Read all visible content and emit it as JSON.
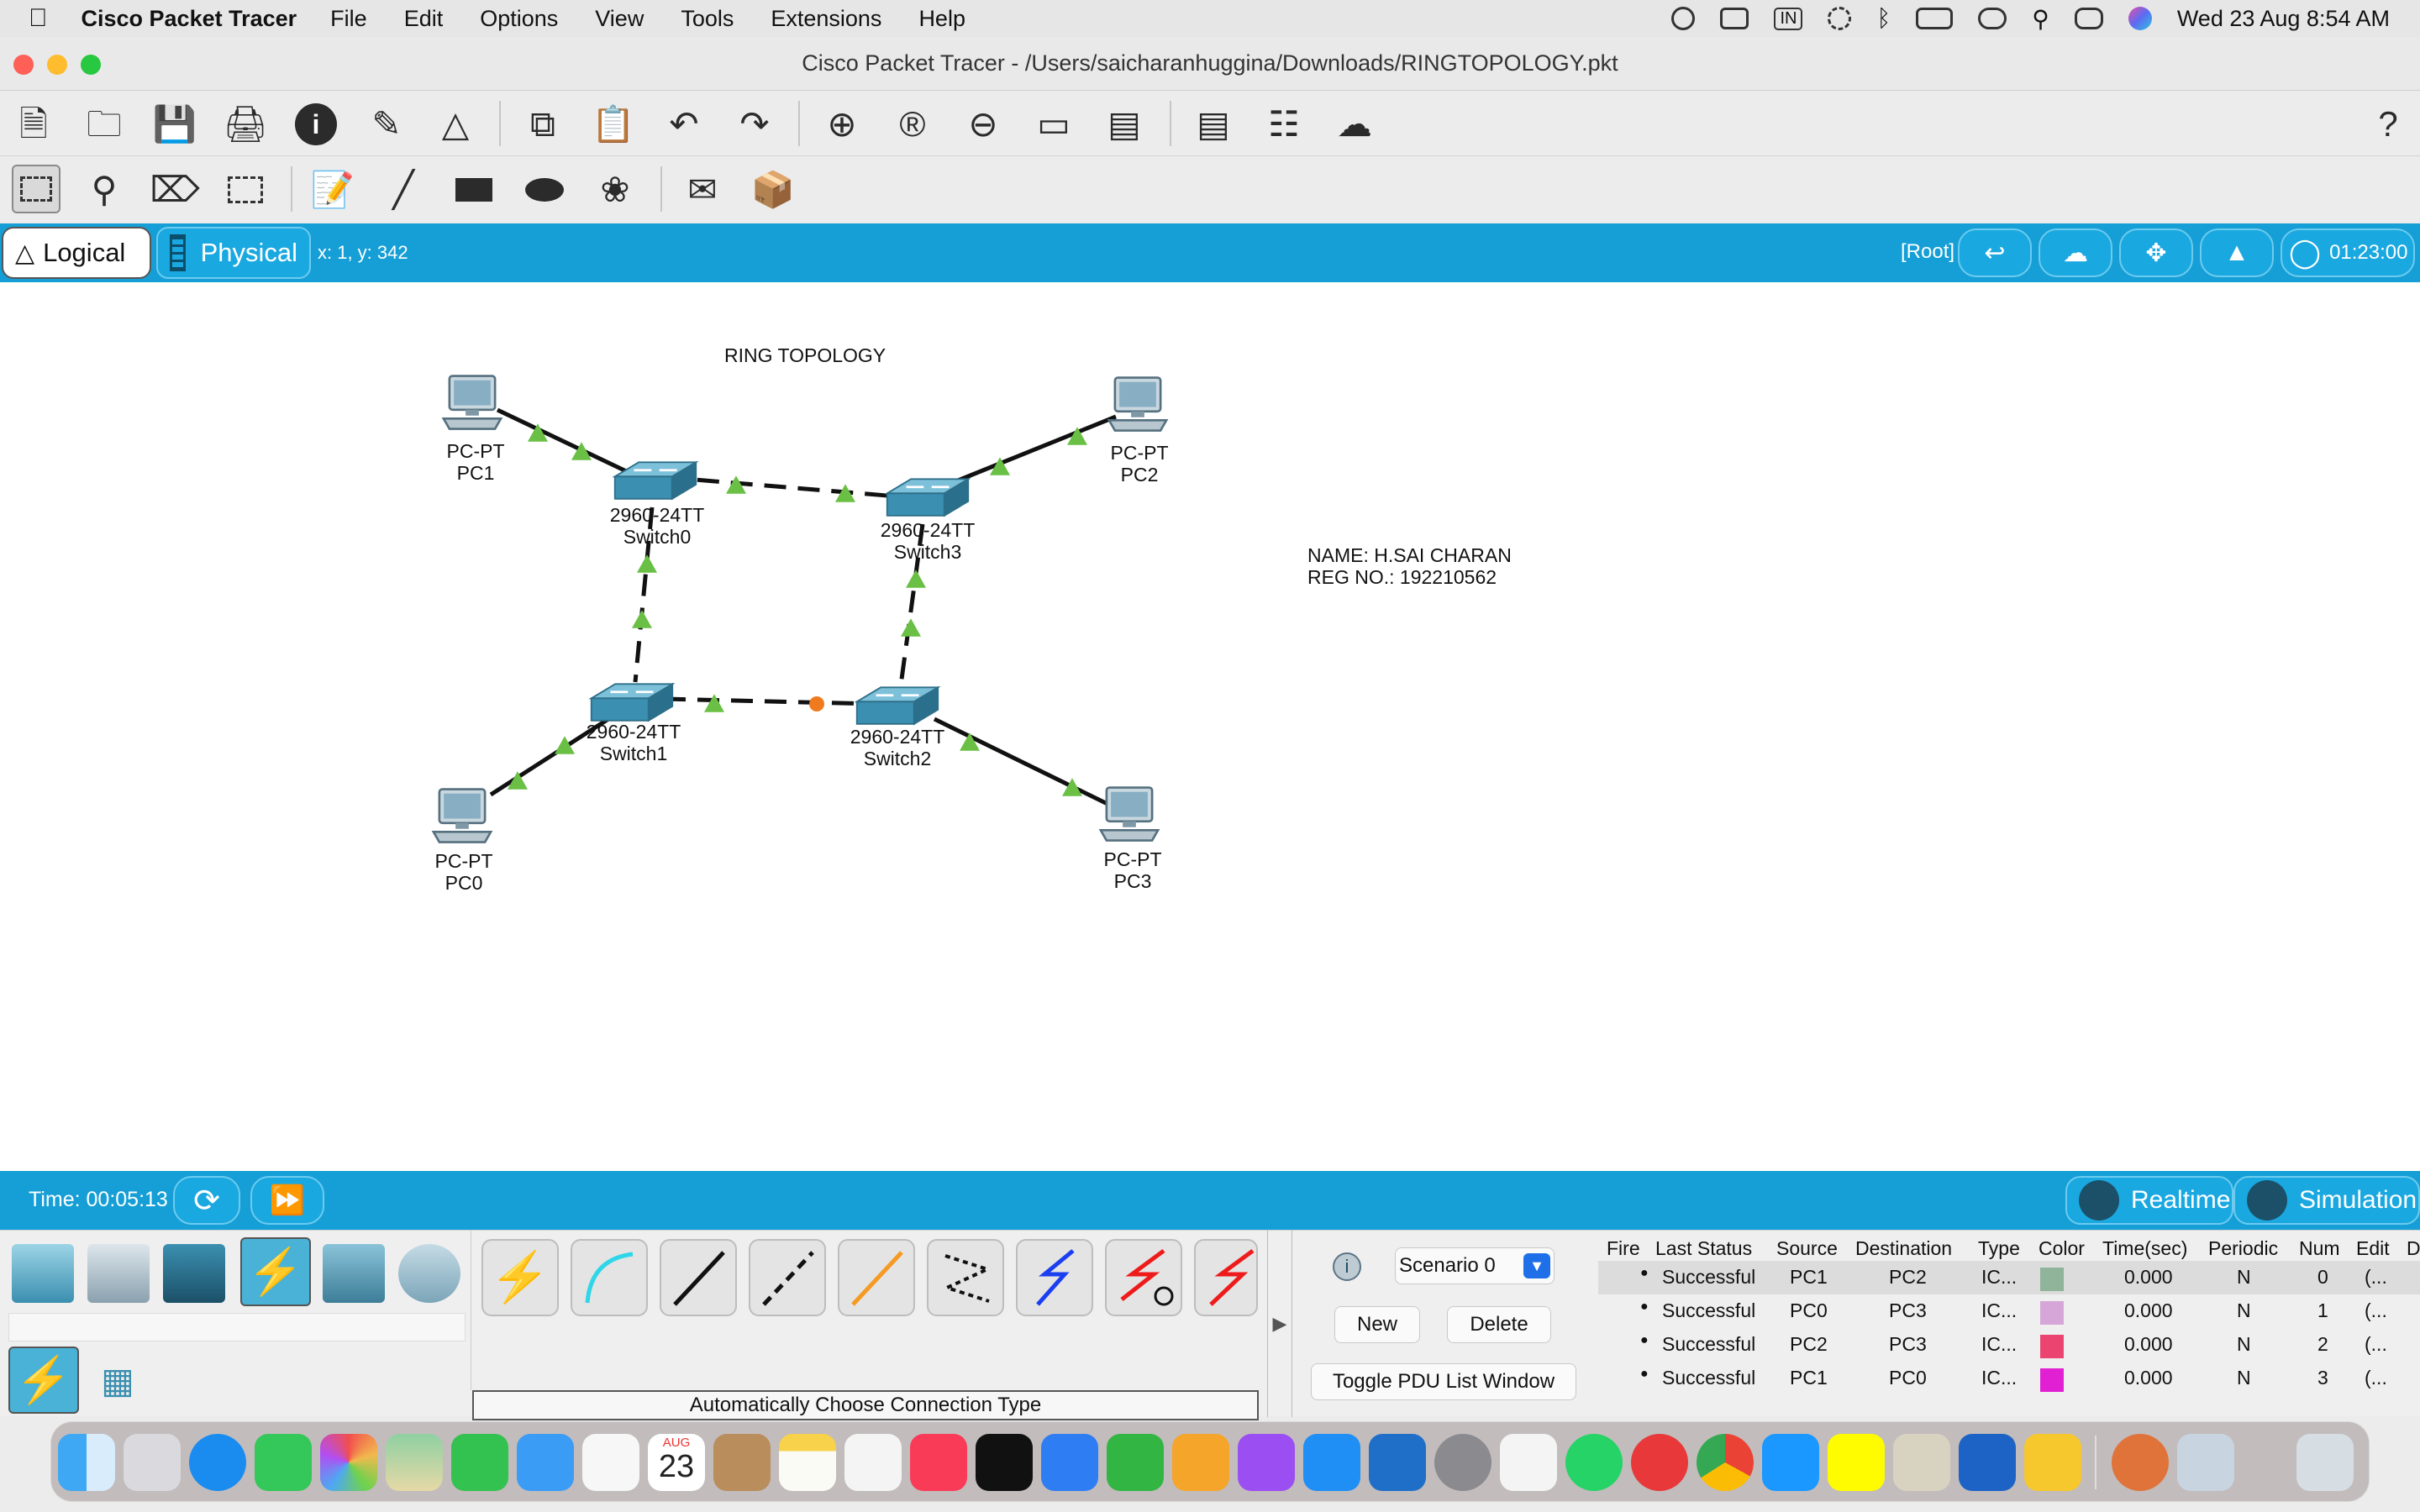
{
  "menubar": {
    "app_name": "Cisco Packet Tracer",
    "items": [
      "File",
      "Edit",
      "Options",
      "View",
      "Tools",
      "Extensions",
      "Help"
    ],
    "input_source": "IN",
    "clock": "Wed 23 Aug  8:54 AM"
  },
  "window": {
    "title": "Cisco Packet Tracer - /Users/saicharanhuggina/Downloads/RINGTOPOLOGY.pkt"
  },
  "toolbar_main": {
    "icons": [
      "new-file-icon",
      "open-folder-icon",
      "save-icon",
      "print-icon",
      "info-icon",
      "activity-wizard-icon",
      "custom-device-icon",
      "copy-icon",
      "paste-icon",
      "undo-icon",
      "redo-icon",
      "zoom-in-icon",
      "zoom-reset-icon",
      "zoom-out-icon",
      "drawing-palette-icon",
      "custom-devices-dialog-icon",
      "text-doc-icon",
      "network-info-icon",
      "cluster-icon",
      "help-icon"
    ]
  },
  "toolbar_common": {
    "icons": [
      "select-icon",
      "inspect-icon",
      "delete-icon",
      "resize-icon",
      "note-icon",
      "line-icon",
      "rectangle-icon",
      "ellipse-icon",
      "freeform-icon",
      "simple-pdu-icon",
      "complex-pdu-icon"
    ]
  },
  "logical_bar": {
    "logical_tab": "Logical",
    "physical_tab": "Physical",
    "coordinates": "x: 1, y: 342",
    "root_label": "[Root]",
    "clock": "01:23:00"
  },
  "workspace": {
    "title": "RING TOPOLOGY",
    "note_name": "NAME: H.SAI CHARAN",
    "note_reg": "REG NO.: 192210562",
    "devices": [
      {
        "model": "PC-PT",
        "name": "PC1"
      },
      {
        "model": "PC-PT",
        "name": "PC2"
      },
      {
        "model": "2960-24TT",
        "name": "Switch0"
      },
      {
        "model": "2960-24TT",
        "name": "Switch3"
      },
      {
        "model": "2960-24TT",
        "name": "Switch1"
      },
      {
        "model": "2960-24TT",
        "name": "Switch2"
      },
      {
        "model": "PC-PT",
        "name": "PC0"
      },
      {
        "model": "PC-PT",
        "name": "PC3"
      }
    ]
  },
  "timebar": {
    "time": "Time: 00:05:13",
    "realtime": "Realtime",
    "simulation": "Simulation"
  },
  "device_panel": {
    "connection_label": "Automatically Choose Connection Type"
  },
  "scenario": {
    "selected": "Scenario 0",
    "new_label": "New",
    "delete_label": "Delete",
    "toggle_label": "Toggle PDU List Window"
  },
  "pdu_table": {
    "headers": [
      "Fire",
      "Last Status",
      "Source",
      "Destination",
      "Type",
      "Color",
      "Time(sec)",
      "Periodic",
      "Num",
      "Edit",
      "D"
    ],
    "rows": [
      {
        "status": "Successful",
        "source": "PC1",
        "destination": "PC2",
        "type": "IC...",
        "color": "#8fb49a",
        "time": "0.000",
        "periodic": "N",
        "num": "0",
        "edit": "(..."
      },
      {
        "status": "Successful",
        "source": "PC0",
        "destination": "PC3",
        "type": "IC...",
        "color": "#d6a6d8",
        "time": "0.000",
        "periodic": "N",
        "num": "1",
        "edit": "(..."
      },
      {
        "status": "Successful",
        "source": "PC2",
        "destination": "PC3",
        "type": "IC...",
        "color": "#ec4470",
        "time": "0.000",
        "periodic": "N",
        "num": "2",
        "edit": "(..."
      },
      {
        "status": "Successful",
        "source": "PC1",
        "destination": "PC0",
        "type": "IC...",
        "color": "#e020d2",
        "time": "0.000",
        "periodic": "N",
        "num": "3",
        "edit": "(..."
      }
    ]
  },
  "dock": {
    "calendar_month": "AUG",
    "calendar_day": "23",
    "apps": [
      "finder-icon",
      "launchpad-icon",
      "safari-icon",
      "messages-icon",
      "photos-icon",
      "maps-icon",
      "facetime-icon",
      "mail-icon",
      "reminders-icon",
      "calendar-icon",
      "contacts-icon",
      "notes-icon",
      "freeform-icon",
      "music-icon",
      "apple-tv-icon",
      "keynote-icon",
      "numbers-icon",
      "pages-icon",
      "podcasts-icon",
      "app-store-icon",
      "vscode-icon",
      "system-settings-icon",
      "textedit-icon",
      "whatsapp-icon",
      "cisco-packet-tracer-icon",
      "chrome-icon",
      "prime-video-icon",
      "snapchat-icon",
      "preview-icon",
      "wireshark-icon",
      "files-icon",
      "launchpad-alt-icon",
      "finder-window-icon",
      "trash-icon"
    ]
  },
  "colors": {
    "bar_blue": "#159fd6",
    "link_up": "#6abf45",
    "link_orange": "#f07b1f",
    "switch_blue": "#3b8fb0"
  }
}
